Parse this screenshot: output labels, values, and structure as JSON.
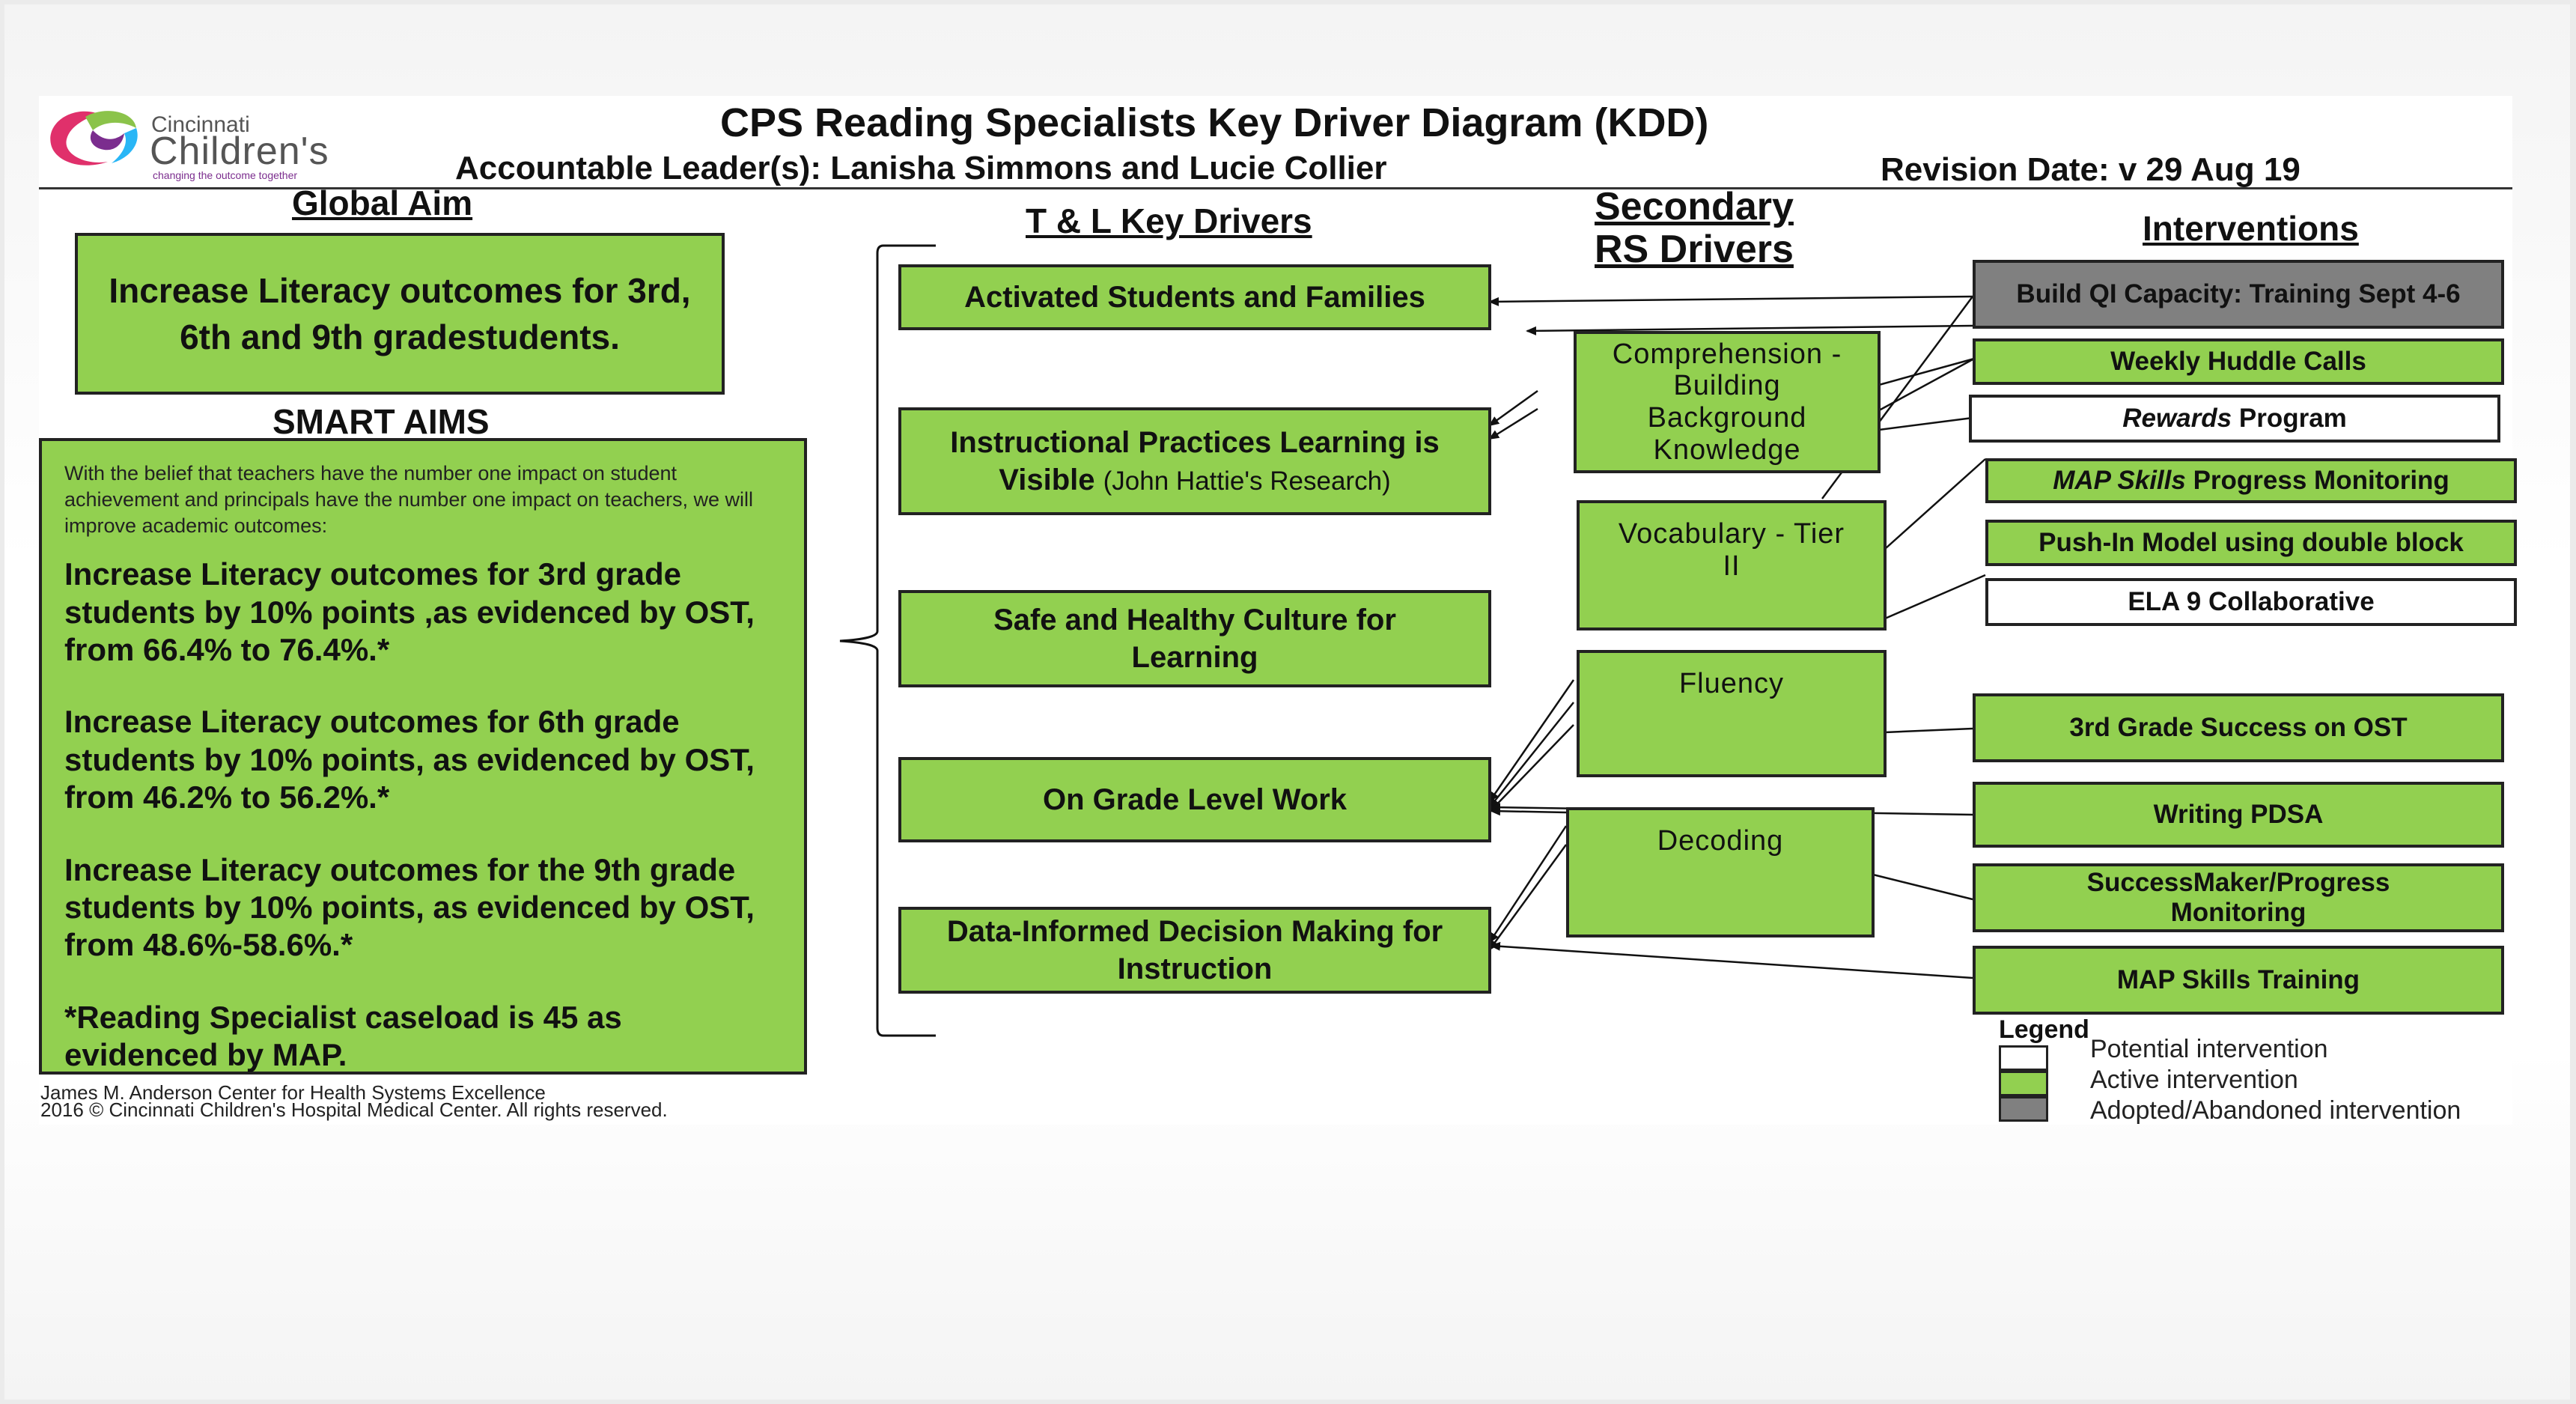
{
  "logo": {
    "line1": "Cincinnati",
    "line2": "Children's",
    "tagline": "changing the outcome together",
    "colors": [
      "#e0306b",
      "#8bc34a",
      "#29b6f6",
      "#7b2d8e"
    ]
  },
  "header": {
    "title": "CPS Reading Specialists Key Driver Diagram (KDD)",
    "leaders": "Accountable Leader(s): Lanisha Simmons and Lucie Collier",
    "revision": "Revision Date:  v 29 Aug 19"
  },
  "global_aim": {
    "heading": "Global Aim",
    "text": "Increase Literacy outcomes for 3rd, 6th and 9th gradestudents."
  },
  "smart_aims": {
    "heading": "SMART AIMS",
    "intro": "With the belief that teachers have the number one impact on student achievement and principals have the number one impact on teachers, we will improve academic outcomes:",
    "aims": [
      "Increase Literacy outcomes for 3rd grade students  by 10% points ,as evidenced by OST, from 66.4% to 76.4%.*",
      "Increase Literacy outcomes for 6th grade students by 10% points, as evidenced by OST, from 46.2% to 56.2%.*",
      "Increase Literacy outcomes for the 9th grade students by 10% points, as evidenced by OST, from 48.6%-58.6%.*",
      "*Reading Specialist caseload is 45 as evidenced by MAP."
    ]
  },
  "footer": {
    "line1": "James M. Anderson Center for Health Systems Excellence",
    "line2": "2016 © Cincinnati Children's Hospital Medical Center. All rights reserved."
  },
  "key_drivers": {
    "heading": "T & L Key Drivers",
    "items": [
      {
        "label": "Activated Students and Families"
      },
      {
        "label": "Instructional Practices Learning is Visible",
        "note": "(John Hattie's Research)"
      },
      {
        "label": "Safe and Healthy Culture for Learning"
      },
      {
        "label": "On Grade Level Work"
      },
      {
        "label": "Data-Informed Decision Making for Instruction"
      }
    ]
  },
  "secondary_drivers": {
    "heading_line1": "Secondary",
    "heading_line2": "RS Drivers",
    "items": [
      "Comprehension - Building Background Knowledge",
      "Vocabulary - Tier II",
      "Fluency",
      "Decoding"
    ]
  },
  "interventions": {
    "heading": "Interventions",
    "items": [
      {
        "label": "Build QI Capacity: Training Sept 4-6",
        "status": "adopted"
      },
      {
        "label": "Weekly Huddle Calls",
        "status": "active"
      },
      {
        "label_em": "Rewards",
        "label": " Program",
        "status": "potential"
      },
      {
        "label_em": "MAP Skills",
        "label": " Progress Monitoring",
        "status": "active"
      },
      {
        "label": "Push-In Model using double block",
        "status": "active"
      },
      {
        "label": "ELA 9 Collaborative",
        "status": "potential"
      },
      {
        "label": "3rd Grade Success on OST",
        "status": "active"
      },
      {
        "label": "Writing PDSA",
        "status": "active"
      },
      {
        "label": "SuccessMaker/Progress Monitoring",
        "status": "active"
      },
      {
        "label": "MAP Skills Training",
        "status": "active"
      }
    ]
  },
  "legend": {
    "heading": "Legend",
    "items": [
      {
        "label": "Potential intervention",
        "color": "#ffffff"
      },
      {
        "label": "Active intervention",
        "color": "#92d050"
      },
      {
        "label": "Adopted/Abandoned intervention",
        "color": "#808080"
      }
    ]
  },
  "colors": {
    "active": "#92d050",
    "adopted": "#808080",
    "potential": "#ffffff"
  }
}
